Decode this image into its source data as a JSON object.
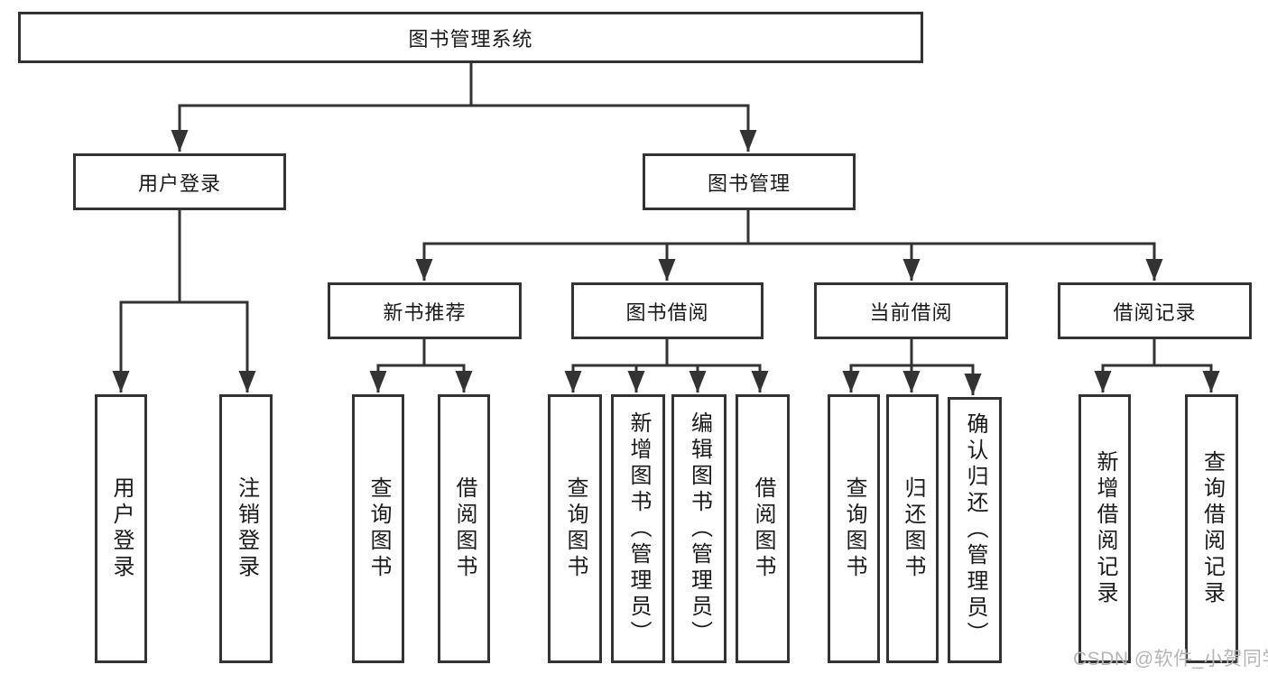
{
  "diagram_title": "图书管理系统",
  "tree": {
    "root": {
      "label": "图书管理系统",
      "children": [
        {
          "label": "用户登录",
          "children": [
            {
              "label": "用户登录"
            },
            {
              "label": "注销登录"
            }
          ]
        },
        {
          "label": "图书管理",
          "children": [
            {
              "label": "新书推荐",
              "children": [
                {
                  "label": "查询图书"
                },
                {
                  "label": "借阅图书"
                }
              ]
            },
            {
              "label": "图书借阅",
              "children": [
                {
                  "label": "查询图书"
                },
                {
                  "label": "新增图书（管理员）"
                },
                {
                  "label": "编辑图书（管理员）"
                },
                {
                  "label": "借阅图书"
                }
              ]
            },
            {
              "label": "当前借阅",
              "children": [
                {
                  "label": "查询图书"
                },
                {
                  "label": "归还图书"
                },
                {
                  "label": "确认归还（管理员）"
                }
              ]
            },
            {
              "label": "借阅记录",
              "children": [
                {
                  "label": "新增借阅记录"
                },
                {
                  "label": "查询借阅记录"
                }
              ]
            }
          ]
        }
      ]
    }
  },
  "watermark": {
    "text": "CSDN @软件_小贺同学",
    "color": "#b5b5b5"
  },
  "colors": {
    "line": "#333333",
    "box_border": "#333333",
    "text": "#1a1a1a",
    "background": "#ffffff",
    "watermark": "#b5b5b5"
  }
}
